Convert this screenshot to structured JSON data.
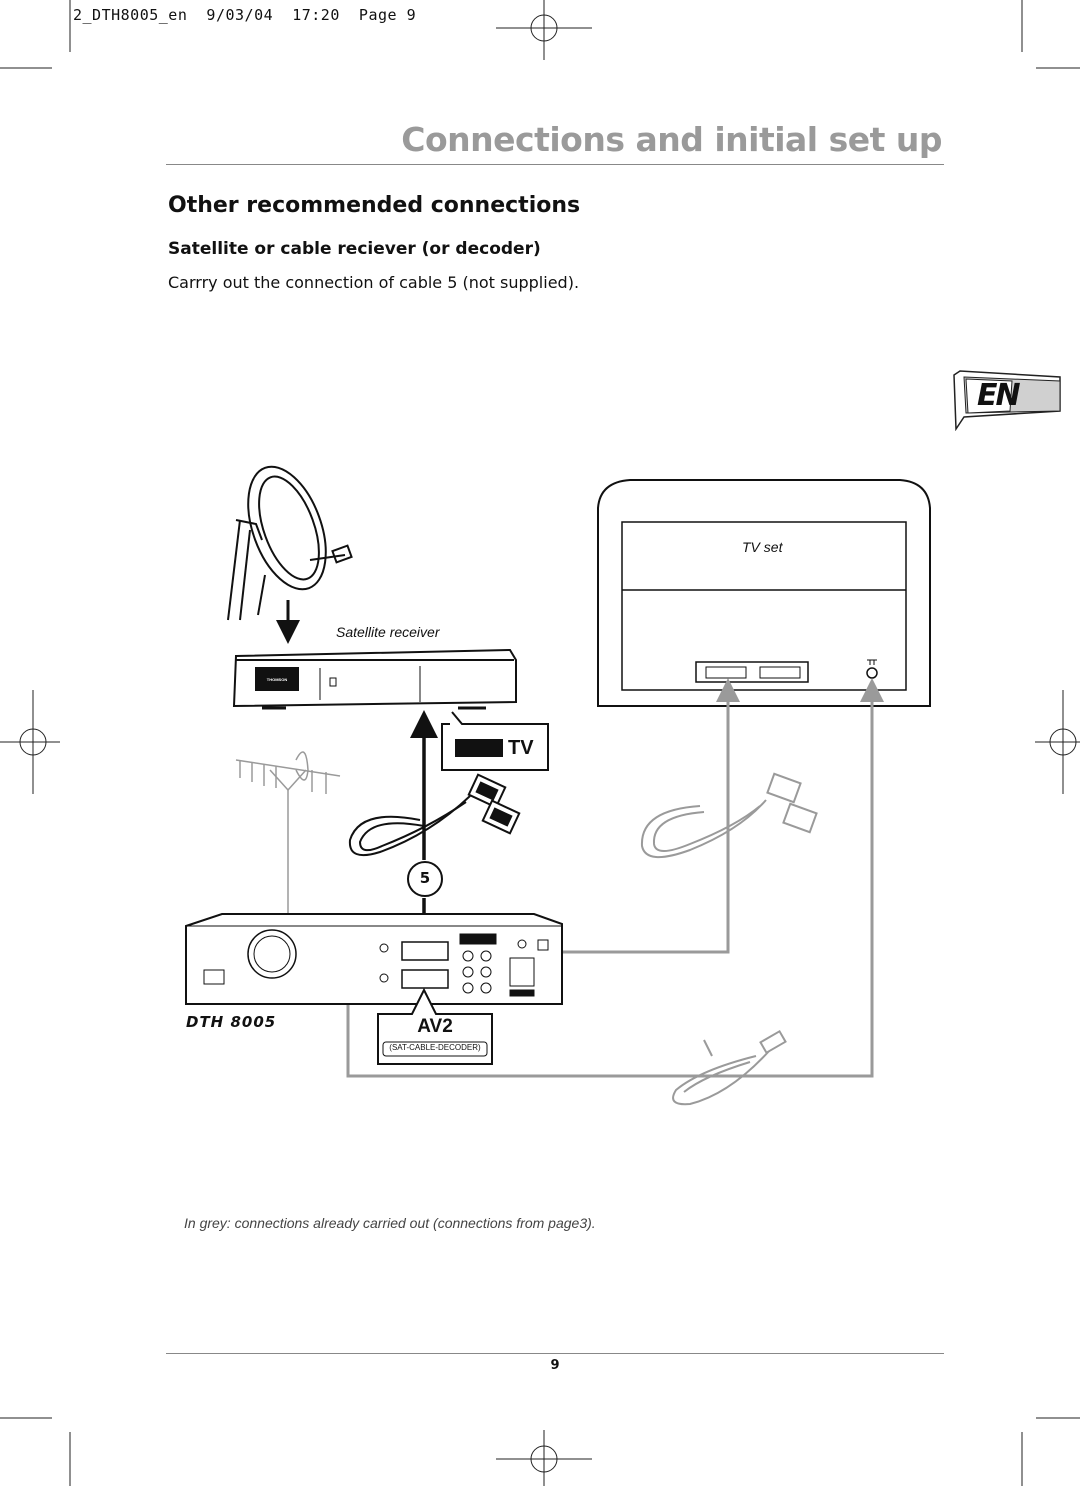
{
  "print_header": "2_DTH8005_en  9/03/04  17:20  Page 9",
  "title": "Connections and initial set up",
  "section": {
    "title": "Other recommended connections",
    "subtitle": "Satellite or cable reciever (or decoder)",
    "body": "Carrry out the connection of cable 5 (not supplied)."
  },
  "language_badge": "EN",
  "diagram": {
    "tv_set_label": "TV set",
    "satellite_receiver_label": "Satellite receiver",
    "receiver_brand": "THOMSON",
    "receiver_scart_tag": "TV",
    "cable_number": "5",
    "device_label": "DTH 8005",
    "input_tag": "AV2",
    "input_tag_sub": "(SAT-CABLE-DECODER)"
  },
  "footnote": "In grey: connections already carried out (connections from page3).",
  "page_number": "9",
  "colors": {
    "title_grey": "#9a9a9a",
    "connection_grey": "#9a9a9a",
    "new_connection_black": "#111111"
  },
  "icons": [
    "satellite-dish-icon",
    "antenna-icon",
    "scart-cable-icon",
    "coax-cable-icon",
    "registration-crosshair-icon"
  ]
}
